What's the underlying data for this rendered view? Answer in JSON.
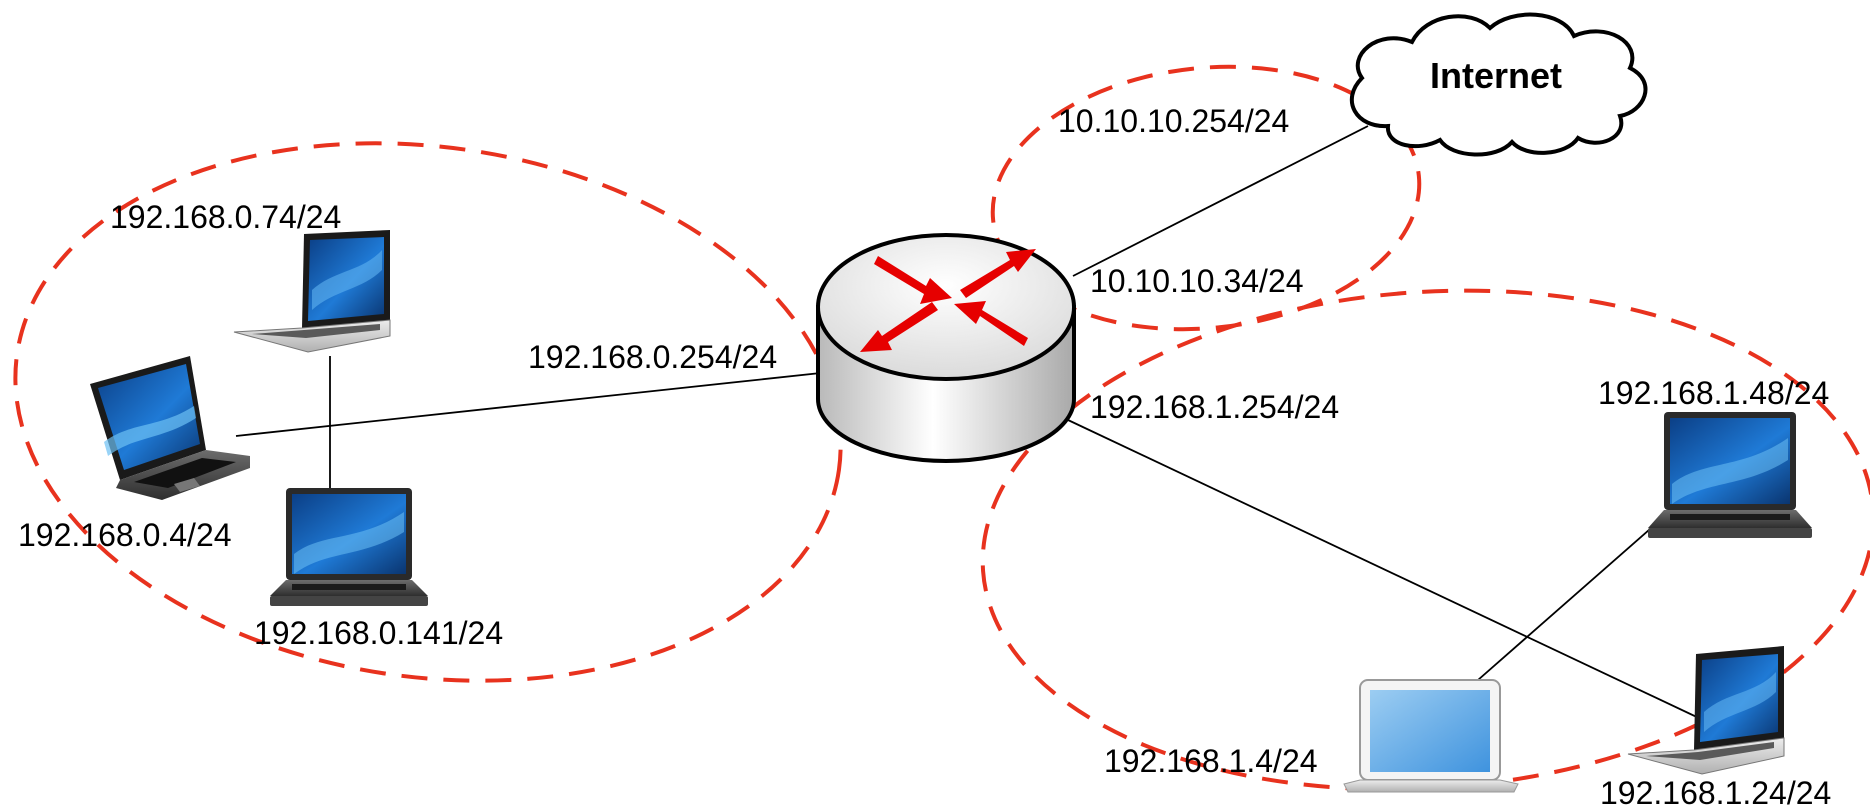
{
  "colors": {
    "subnet_ring": "#e8321e",
    "router_arrows": "#e60000",
    "laptop_screen": "#1d6fc4",
    "link": "#000000"
  },
  "internet": {
    "label": "Internet",
    "icon": "cloud-icon"
  },
  "router": {
    "icon": "router-icon",
    "interfaces": {
      "wan": "10.10.10.34/24",
      "lan0": "192.168.0.254/24",
      "lan1": "192.168.1.254/24"
    }
  },
  "isp_gateway": "10.10.10.254/24",
  "subnet0": {
    "hosts": [
      {
        "ip": "192.168.0.74/24",
        "icon": "laptop-icon"
      },
      {
        "ip": "192.168.0.4/24",
        "icon": "laptop-icon"
      },
      {
        "ip": "192.168.0.141/24",
        "icon": "laptop-icon"
      }
    ]
  },
  "subnet1": {
    "hosts": [
      {
        "ip": "192.168.1.48/24",
        "icon": "laptop-icon"
      },
      {
        "ip": "192.168.1.4/24",
        "icon": "laptop-icon"
      },
      {
        "ip": "192.168.1.24/24",
        "icon": "laptop-icon"
      }
    ]
  }
}
